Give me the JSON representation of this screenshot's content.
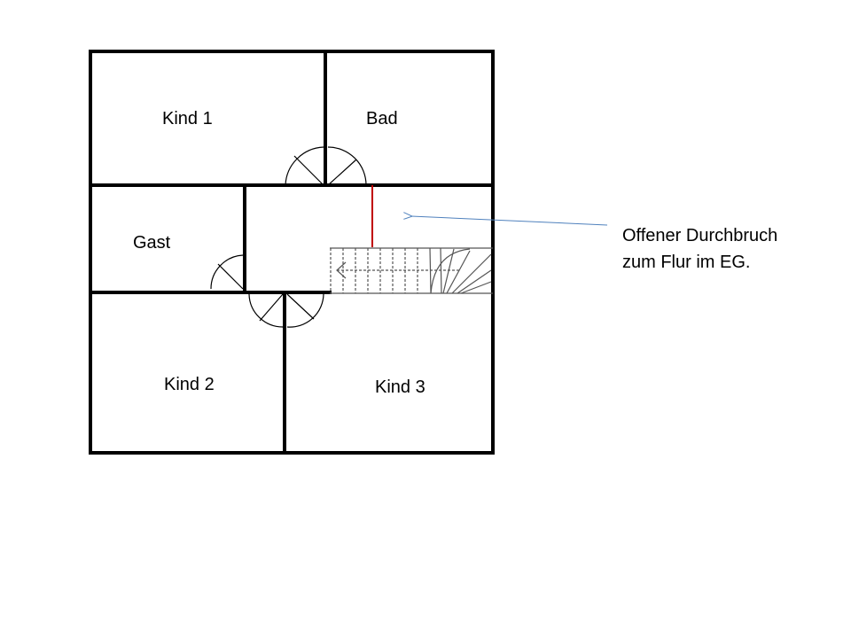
{
  "rooms": {
    "kind1": "Kind 1",
    "bad": "Bad",
    "gast": "Gast",
    "kind2": "Kind 2",
    "kind3": "Kind 3"
  },
  "annotation": {
    "line1": "Offener Durchbruch",
    "line2": "zum Flur im EG."
  },
  "colors": {
    "walls": "#000000",
    "opening_marker": "#c00000",
    "annotation_arrow": "#4f81bd",
    "stairs": "#555555"
  }
}
